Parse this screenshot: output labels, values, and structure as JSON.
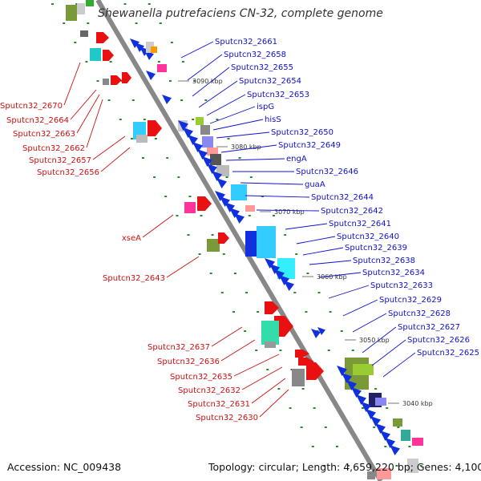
{
  "title": "Shewanella putrefaciens CN-32, complete genome",
  "footer": {
    "accession": "Accession: NC_009438",
    "topology": "Topology: circular; Length: 4,659,220 bp; Genes: 4,100"
  },
  "colors": {
    "right_labels": "#1010cc",
    "left_labels": "#cc1010",
    "backbone": "#888888",
    "tick": "#2a8a2a"
  },
  "kbp_marks": [
    "3090 kbp",
    "3080 kbp",
    "3070 kbp",
    "3060 kbp",
    "3050 kbp",
    "3040 kbp"
  ],
  "right_genes": [
    "Sputcn32_2661",
    "Sputcn32_2658",
    "Sputcn32_2655",
    "Sputcn32_2654",
    "Sputcn32_2653",
    "ispG",
    "hisS",
    "Sputcn32_2650",
    "Sputcn32_2649",
    "engA",
    "Sputcn32_2646",
    "guaA",
    "Sputcn32_2644",
    "Sputcn32_2642",
    "Sputcn32_2641",
    "Sputcn32_2640",
    "Sputcn32_2639",
    "Sputcn32_2638",
    "Sputcn32_2634",
    "Sputcn32_2633",
    "Sputcn32_2629",
    "Sputcn32_2628",
    "Sputcn32_2627",
    "Sputcn32_2626",
    "Sputcn32_2625"
  ],
  "left_genes": [
    "Sputcn32_2670",
    "Sputcn32_2664",
    "Sputcn32_2663",
    "Sputcn32_2662",
    "Sputcn32_2657",
    "Sputcn32_2656",
    "xseA",
    "Sputcn32_2643",
    "Sputcn32_2637",
    "Sputcn32_2636",
    "Sputcn32_2635",
    "Sputcn32_2632",
    "Sputcn32_2631",
    "Sputcn32_2630"
  ]
}
